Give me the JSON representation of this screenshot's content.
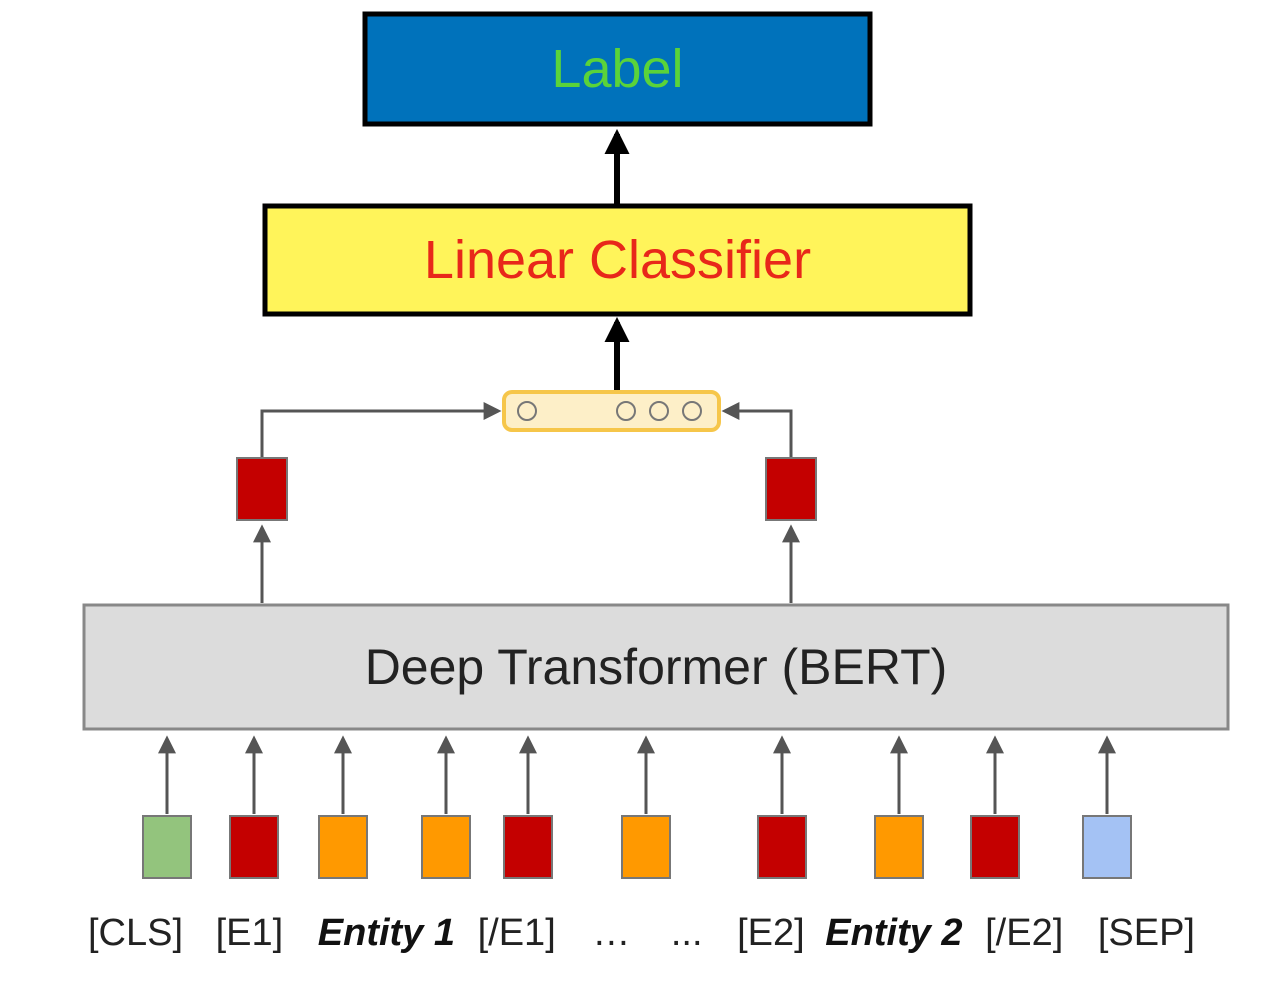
{
  "output": {
    "label": "Label",
    "fill": "#0072bb",
    "text_color": "#5ad33a"
  },
  "classifier": {
    "label": "Linear Classifier",
    "fill": "#fff45a",
    "text_color": "#e8271a"
  },
  "encoder": {
    "label": "Deep Transformer (BERT)",
    "fill": "#dcdcdc"
  },
  "colors": {
    "entity_marker": "#c40000",
    "entity_token": "#ff9900",
    "cls_token": "#93c47d",
    "sep_token": "#a4c2f4",
    "concat_vector": "#fdefc8",
    "concat_border": "#f6c64a"
  },
  "tokens": [
    {
      "text": "[CLS]",
      "kind": "cls"
    },
    {
      "text": "[E1]",
      "kind": "marker"
    },
    {
      "text": "Entity 1",
      "kind": "entity_name"
    },
    {
      "text": "[/E1]",
      "kind": "marker"
    },
    {
      "text": "…",
      "kind": "ellipsis"
    },
    {
      "text": "...",
      "kind": "ellipsis"
    },
    {
      "text": "[E2]",
      "kind": "marker"
    },
    {
      "text": "Entity 2",
      "kind": "entity_name"
    },
    {
      "text": "[/E2]",
      "kind": "marker"
    },
    {
      "text": "[SEP]",
      "kind": "sep"
    }
  ]
}
